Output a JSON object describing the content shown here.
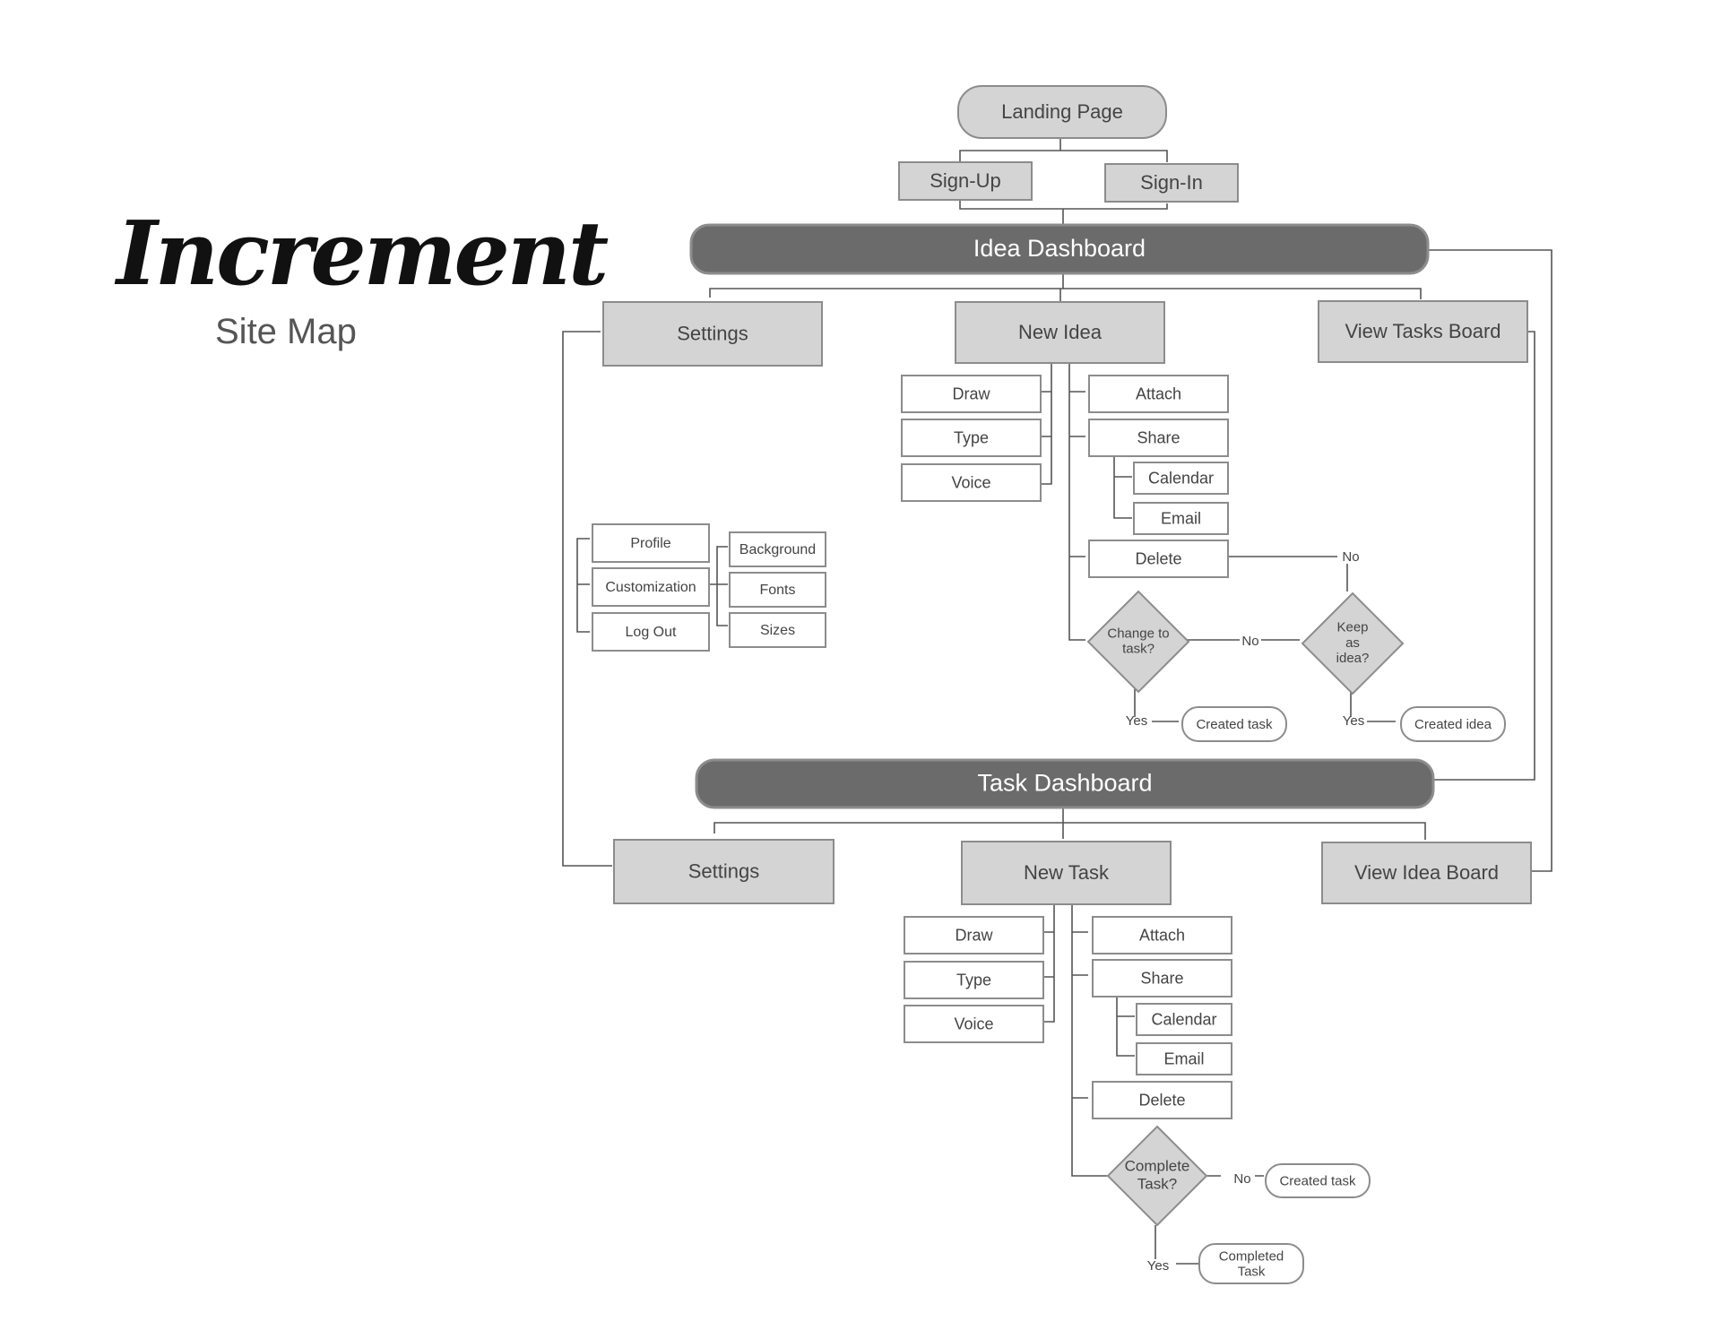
{
  "brand": {
    "logo_text": "Increment",
    "subtitle": "Site Map"
  },
  "colors": {
    "box_fill": "#d4d4d4",
    "box_stroke": "#8c8c8c",
    "dark_fill": "#6b6b6b",
    "line": "#555555",
    "text": "#444444",
    "white_text": "#ffffff"
  },
  "nodes": {
    "landing": "Landing Page",
    "signup": "Sign-Up",
    "signin": "Sign-In",
    "idea_dashboard": "Idea Dashboard",
    "idea_settings": "Settings",
    "new_idea": "New Idea",
    "view_tasks_board": "View Tasks Board",
    "idea_draw": "Draw",
    "idea_type": "Type",
    "idea_voice": "Voice",
    "idea_attach": "Attach",
    "idea_share": "Share",
    "idea_calendar": "Calendar",
    "idea_email": "Email",
    "idea_delete": "Delete",
    "change_to_task": "Change to task?",
    "keep_as_idea": "Keep as idea?",
    "created_task_1": "Created task",
    "created_idea": "Created idea",
    "profile": "Profile",
    "customization": "Customization",
    "logout": "Log Out",
    "background": "Background",
    "fonts": "Fonts",
    "sizes": "Sizes",
    "task_dashboard": "Task Dashboard",
    "task_settings": "Settings",
    "new_task": "New Task",
    "view_idea_board": "View Idea Board",
    "task_draw": "Draw",
    "task_type": "Type",
    "task_voice": "Voice",
    "task_attach": "Attach",
    "task_share": "Share",
    "task_calendar": "Calendar",
    "task_email": "Email",
    "task_delete": "Delete",
    "complete_task": "Complete Task?",
    "created_task_2": "Created task",
    "completed_task": "Completed Task"
  },
  "edge_labels": {
    "no_delete": "No",
    "no_change": "No",
    "yes_change": "Yes",
    "yes_keep": "Yes",
    "no_complete": "No",
    "yes_complete": "Yes"
  }
}
